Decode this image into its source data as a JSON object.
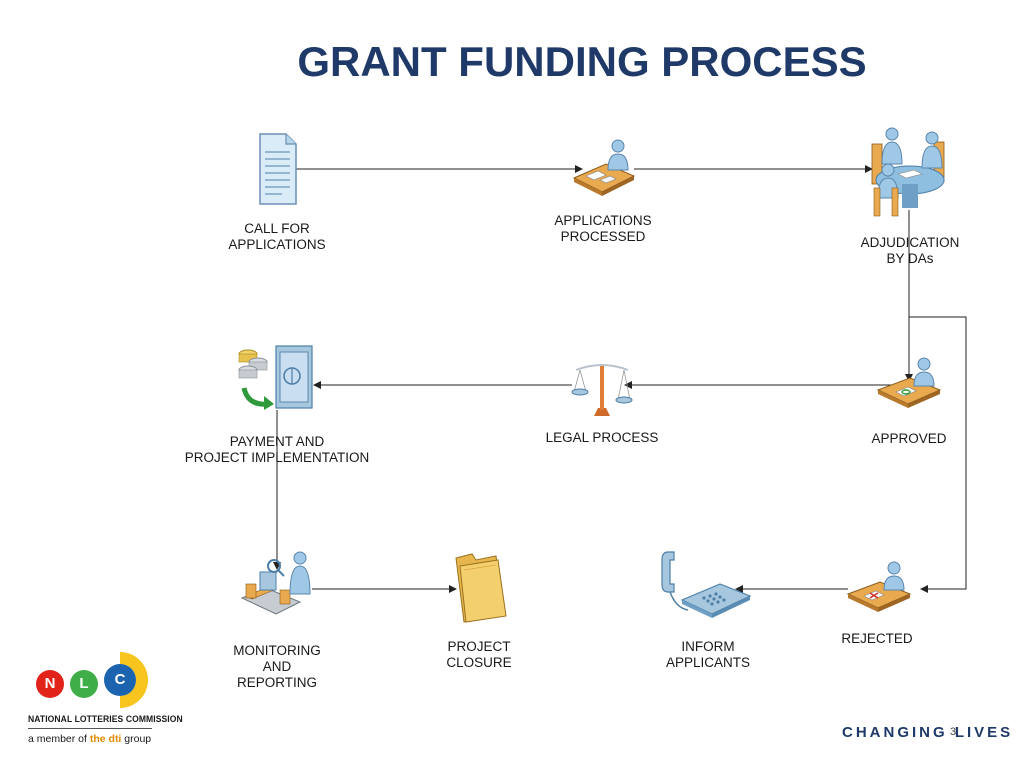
{
  "title": "GRANT FUNDING PROCESS",
  "steps": {
    "call_for_applications": "CALL FOR\nAPPLICATIONS",
    "applications_processed": "APPLICATIONS\nPROCESSED",
    "adjudication": "ADJUDICATION\nBY DAs",
    "approved": "APPROVED",
    "legal_process": "LEGAL PROCESS",
    "payment": "PAYMENT AND\nPROJECT IMPLEMENTATION",
    "monitoring": "MONITORING\nAND\nREPORTING",
    "project_closure": "PROJECT\nCLOSURE",
    "inform_applicants": "INFORM\nAPPLICANTS",
    "rejected": "REJECTED"
  },
  "logo": {
    "letters": [
      "N",
      "L",
      "C"
    ],
    "name": "NATIONAL LOTTERIES COMMISSION",
    "member_prefix": "a member of ",
    "member_brand": "the dti",
    "member_suffix": " group"
  },
  "tagline": "CHANGING LIVES",
  "page_number": "3",
  "colors": {
    "title": "#1f3a68",
    "lines": "#222222",
    "logo_red": "#e2231a",
    "logo_green": "#3fae49",
    "logo_blue": "#1d64b0",
    "logo_yellow": "#f7c51e"
  },
  "icons": {
    "call_for_applications": "document-icon",
    "applications_processed": "person-at-desk-icon",
    "adjudication": "meeting-table-icon",
    "approved": "approval-desk-icon",
    "legal_process": "scales-of-justice-icon",
    "payment": "coins-safe-icon",
    "monitoring": "monitoring-worker-icon",
    "project_closure": "folder-icon",
    "inform_applicants": "telephone-icon",
    "rejected": "rejection-desk-icon"
  }
}
